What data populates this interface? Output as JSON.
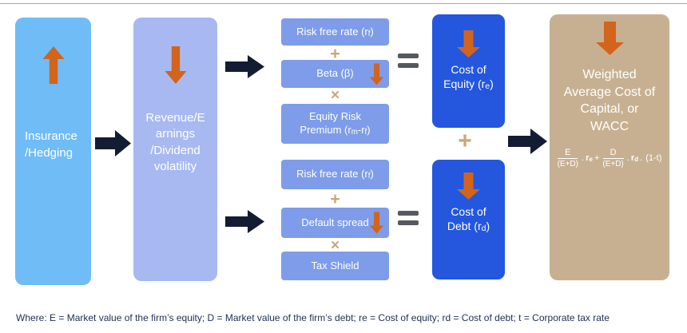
{
  "icons": {
    "plus": "+",
    "multiply": "×",
    "equals": "=",
    "up_arrow": "▲",
    "down_arrow": "▼",
    "flow_arrow": "➜"
  },
  "colors": {
    "sky_blue": "#70bcf6",
    "periwinkle": "#a8b9f1",
    "mid_blue": "#7e9ce9",
    "royal_blue": "#2457de",
    "tan": "#c7b091",
    "orange": "#d2641c",
    "navy_arrow": "#141c33",
    "operator_tan": "#c8a878",
    "equals_gray": "#56595d",
    "caption_navy": "#1f3052"
  },
  "nodes": {
    "insurance": {
      "label": "Insurance\n/Hedging",
      "trend": "up"
    },
    "volatility": {
      "label": "Revenue/E\narnings\n/Dividend\nvolatility",
      "trend": "down"
    },
    "risk_free": {
      "rich": [
        {
          "t": "Risk free rate (r"
        },
        {
          "t": "f",
          "sub": true
        },
        {
          "t": ")"
        }
      ]
    },
    "beta": {
      "label": "Beta (β)",
      "trend": "down"
    },
    "equity_risk_premium": {
      "rich": [
        {
          "t": "Equity Risk\nPremium (r"
        },
        {
          "t": "m",
          "sub": true
        },
        {
          "t": "-r"
        },
        {
          "t": "f",
          "sub": true
        },
        {
          "t": ")"
        }
      ]
    },
    "default_spread": {
      "label": "Default spread",
      "trend": "down"
    },
    "tax_shield": {
      "label": "Tax Shield"
    },
    "cost_of_equity": {
      "rich": [
        {
          "t": "Cost of\nEquity (r"
        },
        {
          "t": "e",
          "sub": true
        },
        {
          "t": ")"
        }
      ],
      "trend": "down"
    },
    "cost_of_debt": {
      "rich": [
        {
          "t": "Cost of\nDebt (r"
        },
        {
          "t": "d",
          "sub": true
        },
        {
          "t": ")"
        }
      ],
      "trend": "down"
    },
    "wacc": {
      "title": "Weighted\nAverage Cost of\nCapital, or\nWACC",
      "trend": "down"
    }
  },
  "formula": {
    "num1": "E",
    "den1": "(E+D)",
    "dot1": ".",
    "re": [
      {
        "t": "r",
        "b": true
      },
      {
        "t": "e",
        "sub": true,
        "b": true
      }
    ],
    "plus": "+",
    "num2": "D",
    "den2": "(E+D)",
    "dot2": ".",
    "rd": [
      {
        "t": "r",
        "b": true
      },
      {
        "t": "d",
        "sub": true,
        "b": true
      }
    ],
    "dot3": ".",
    "tax": "(1-t)"
  },
  "caption": "Where: E = Market value of the firm’s equity; D = Market value of the firm’s debt; re = Cost of equity; rd = Cost of debt; t = Corporate tax rate"
}
